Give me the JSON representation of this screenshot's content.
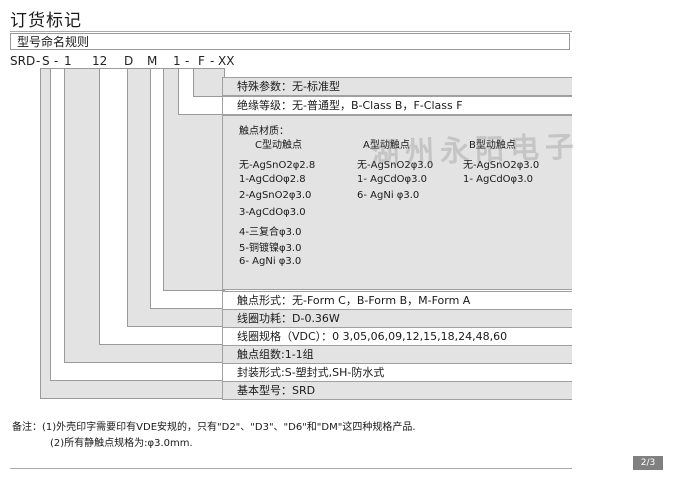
{
  "title": "订货标记",
  "section_title": "型号命名规则",
  "code_parts": [
    "SRD",
    "-",
    "S",
    "-",
    "1",
    "12",
    "D",
    "M",
    "1",
    "-",
    "F",
    "-",
    "XX"
  ],
  "rows_top": [
    "特殊参数：无-标准型",
    "绝缘等级：无-普通型，B-Class B，F-Class F"
  ],
  "contact": {
    "heading": "触点材质：",
    "columns": [
      {
        "header": "C型动触点",
        "items": [
          "无-AgSnO2φ2.8",
          "1-AgCdOφ2.8",
          "2-AgSnO2φ3.0",
          "3-AgCdOφ3.0",
          "4-三复合φ3.0",
          "5-铜镀镍φ3.0",
          "6- AgNi φ3.0"
        ]
      },
      {
        "header": "A型动触点",
        "items": [
          "无-AgSnO2φ3.0",
          "1- AgCdOφ3.0",
          "6- AgNi φ3.0"
        ]
      },
      {
        "header": "B型动触点",
        "items": [
          "无-AgSnO2φ3.0",
          "1- AgCdOφ3.0"
        ]
      }
    ],
    "watermark": "湖州永阳电子"
  },
  "rows_bottom": [
    "触点形式：无-Form C，B-Form B，M-Form A",
    "线圈功耗：D-0.36W",
    "线圈规格（VDC）：0 3,05,06,09,12,15,18,24,48,60",
    "触点组数:1-1组",
    "封装形式:S-塑封式,SH-防水式",
    "基本型号：SRD"
  ],
  "notes": [
    "备注：(1)外壳印字需要印有VDE安规的，只有\"D2\"、\"D3\"、\"D6\"和\"DM\"这四种规格产品.",
    "(2)所有静触点规格为:φ3.0mm."
  ],
  "page_number": "2/3"
}
